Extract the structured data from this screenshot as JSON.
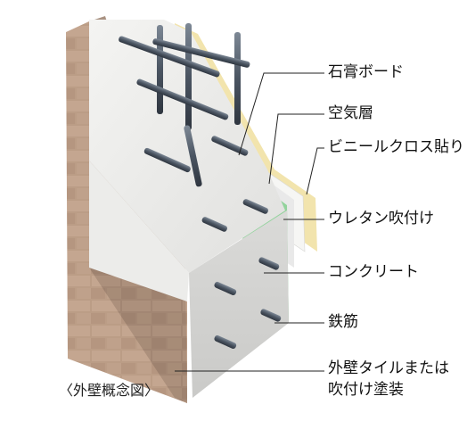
{
  "labels": [
    {
      "id": "gypsum-board",
      "text": "石膏ボード"
    },
    {
      "id": "air-layer",
      "text": "空気層"
    },
    {
      "id": "vinyl-cloth",
      "text": "ビニールクロス貼り"
    },
    {
      "id": "urethane-spray",
      "text": "ウレタン吹付け"
    },
    {
      "id": "concrete",
      "text": "コンクリート"
    },
    {
      "id": "rebar",
      "text": "鉄筋"
    },
    {
      "id": "exterior-finish-line1",
      "text": "外壁タイルまたは"
    },
    {
      "id": "exterior-finish-line2",
      "text": "吹付け塗装"
    }
  ],
  "caption": "〈外壁概念図〉",
  "colors": {
    "tile": "#b89a84",
    "tile_grout": "#d9c8b8",
    "concrete": "#e6e6e4",
    "urethane": "#8fd09a",
    "air_layer": "#e8e8e8",
    "gypsum": "#f0f0f0",
    "vinyl": "#f3e6b0",
    "rebar": "#4a5460",
    "leader": "#222222"
  }
}
